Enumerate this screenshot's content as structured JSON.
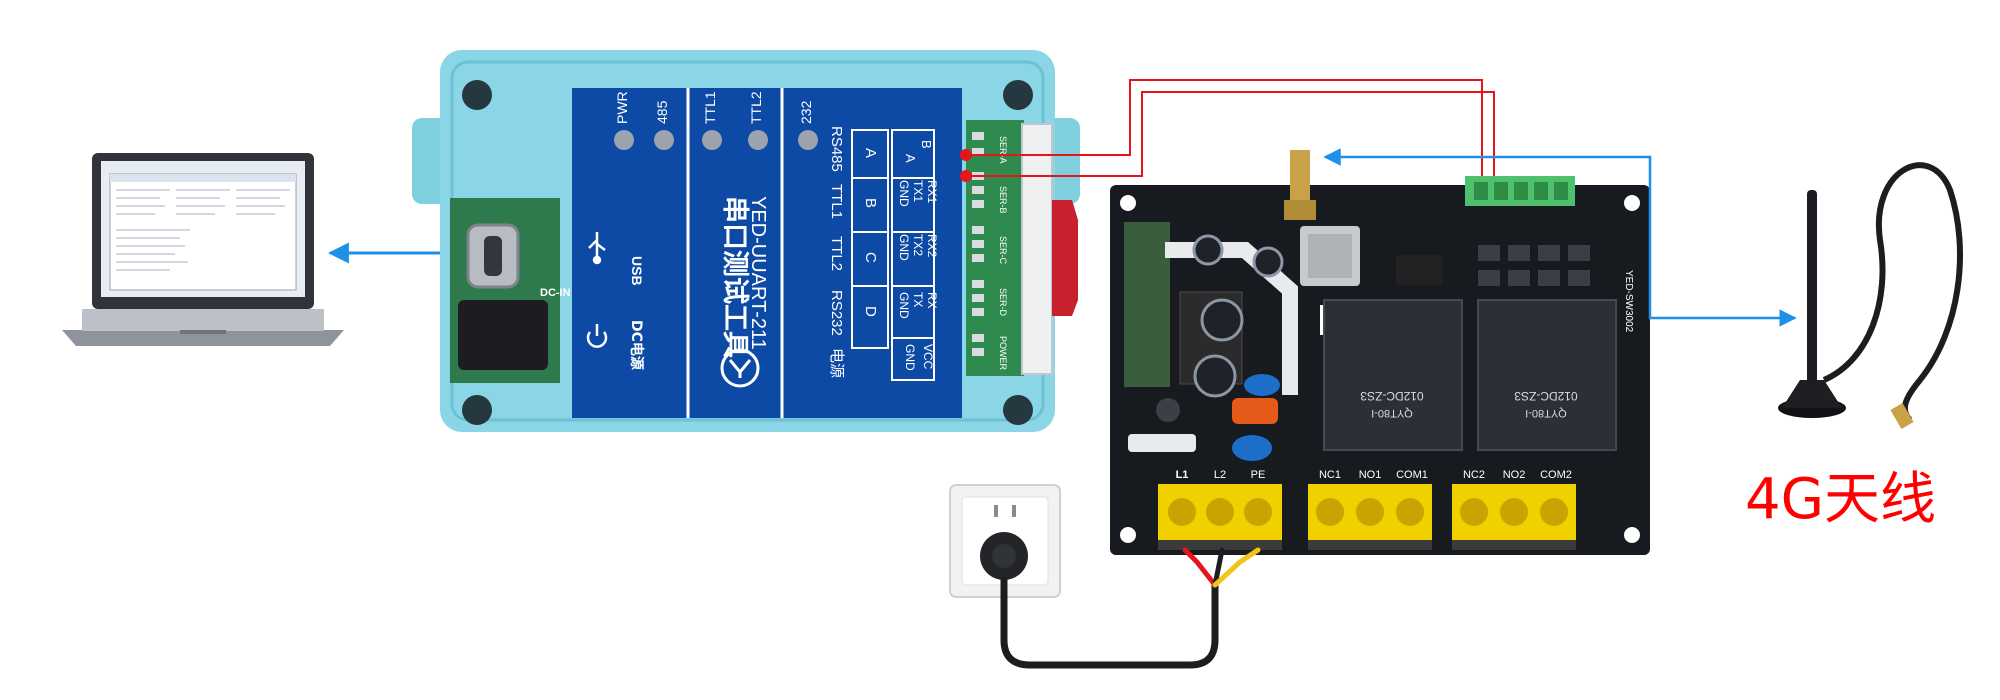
{
  "laptop": {},
  "converter": {
    "model_cn": "串口测试工具",
    "model_en": "YED-UUART-211",
    "dc_label": "DC电源",
    "usb_label": "USB",
    "side_label": "DC-IN",
    "leds": [
      "PWR",
      "485",
      "TTL1",
      "TTL2",
      "232"
    ],
    "port_headers": [
      "RS485",
      "TTL1",
      "TTL2",
      "RS232",
      "电源"
    ],
    "terminal_rows": [
      [
        "B",
        "A"
      ],
      [
        "RX1",
        "TX1",
        "GND"
      ],
      [
        "RX2",
        "TX2",
        "GND"
      ],
      [
        "RX",
        "TX",
        "GND"
      ],
      [
        "VCC",
        "GND"
      ]
    ],
    "grid_letters": [
      "A",
      "B",
      "C",
      "D"
    ],
    "connector_tags": [
      "SER-A",
      "SER-B",
      "SER-C",
      "SER-D",
      "POWER"
    ]
  },
  "board": {
    "model": "YED-SW3002",
    "input_terminals": [
      "L1",
      "L2",
      "PE"
    ],
    "relay1_terminals": [
      "NC1",
      "NO1",
      "COM1"
    ],
    "relay2_terminals": [
      "NC2",
      "NO2",
      "COM2"
    ],
    "relay_model": "012DC-ZS3",
    "relay_part": "QYT80-I"
  },
  "antenna": {
    "label": "4G天线"
  },
  "colors": {
    "arrow": "#1e90e8",
    "wire_red": "#e8141b",
    "label_red": "#ff0000"
  }
}
